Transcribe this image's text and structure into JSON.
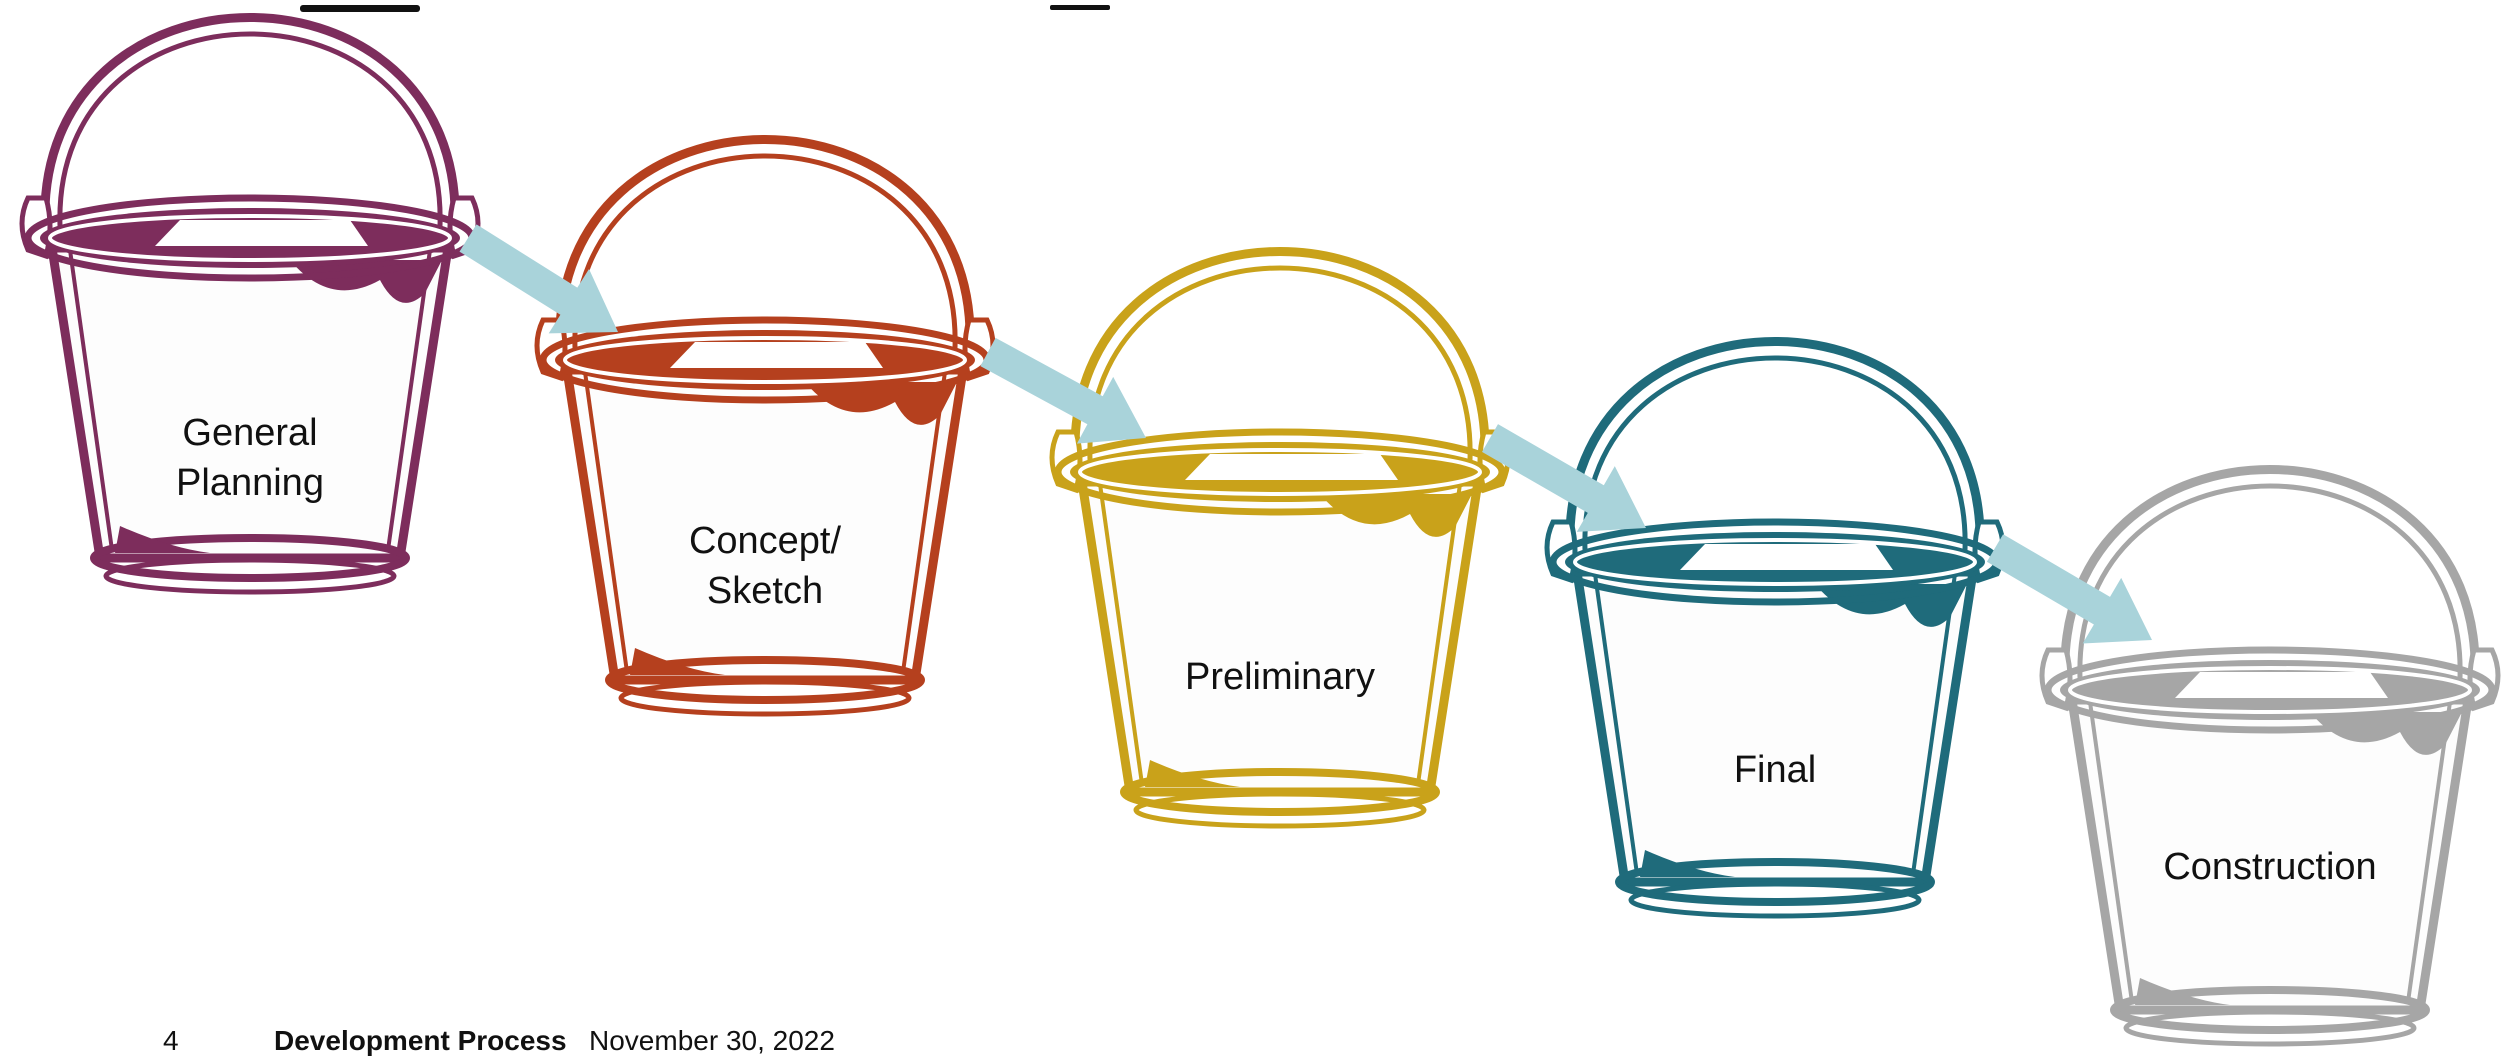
{
  "slide": {
    "page_number": "4",
    "section": "Development Process",
    "date": "November 30, 2022"
  },
  "buckets": [
    {
      "id": "general-planning",
      "lines": [
        "General",
        "Planning"
      ],
      "color": "#7d2d5c"
    },
    {
      "id": "concept-sketch",
      "lines": [
        "Concept/",
        "Sketch"
      ],
      "color": "#b5401e"
    },
    {
      "id": "preliminary",
      "lines": [
        "Preliminary"
      ],
      "color": "#c9a21a"
    },
    {
      "id": "final",
      "lines": [
        "Final"
      ],
      "color": "#1f6b7b"
    },
    {
      "id": "construction",
      "lines": [
        "Construction"
      ],
      "color": "#a6a6a6"
    }
  ],
  "arrow_color": "#a9d3da",
  "title_color": "#111111"
}
